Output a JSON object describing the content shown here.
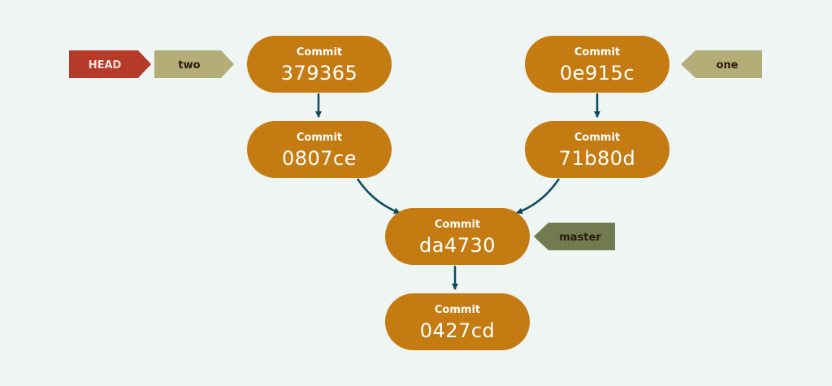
{
  "colors": {
    "background": "#eef5f3",
    "commit": "#c47b12",
    "arrow": "#0d4a5e",
    "head": "#b53a2a",
    "branch": "#b3ad78",
    "master": "#727b4f",
    "branch_text": "#2a1a10",
    "head_text": "#f4e3da"
  },
  "commits": [
    {
      "id": "c1",
      "label": "Commit",
      "hash": "379365"
    },
    {
      "id": "c2",
      "label": "Commit",
      "hash": "0807ce"
    },
    {
      "id": "c3",
      "label": "Commit",
      "hash": "0e915c"
    },
    {
      "id": "c4",
      "label": "Commit",
      "hash": "71b80d"
    },
    {
      "id": "c5",
      "label": "Commit",
      "hash": "da4730"
    },
    {
      "id": "c6",
      "label": "Commit",
      "hash": "0427cd"
    }
  ],
  "tags": {
    "head": "HEAD",
    "two": "two",
    "one": "one",
    "master": "master"
  }
}
